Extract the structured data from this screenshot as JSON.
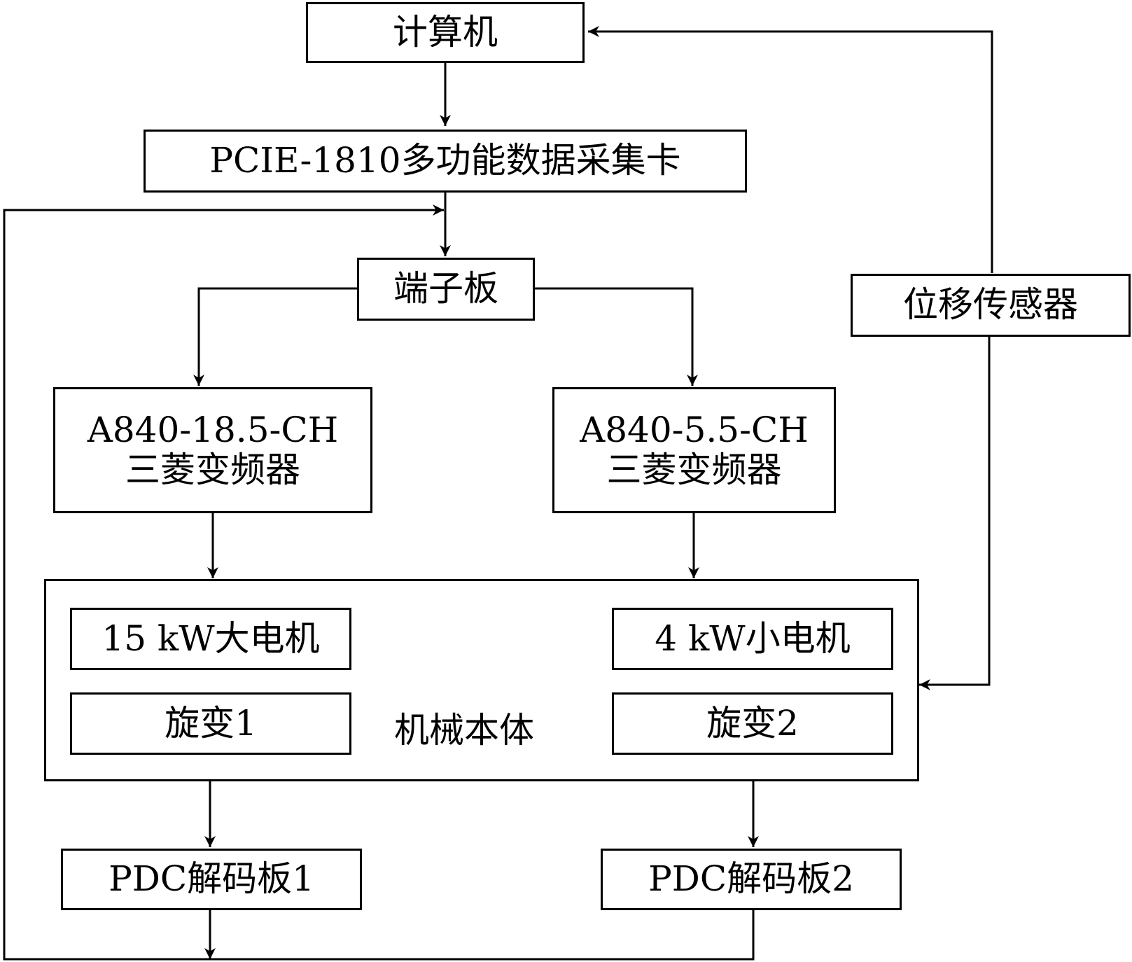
{
  "nodes": {
    "computer": "计算机",
    "daq_card": "PCIE-1810多功能数据采集卡",
    "terminal_board": "端子板",
    "inverter_left": {
      "line1": "A840-18.5-CH",
      "line2": "三菱变频器"
    },
    "inverter_right": {
      "line1": "A840-5.5-CH",
      "line2": "三菱变频器"
    },
    "displacement_sensor": "位移传感器",
    "mechanical_body": "机械本体",
    "motor_big": "15 kW大电机",
    "motor_small": "4 kW小电机",
    "resolver_1": "旋变1",
    "resolver_2": "旋变2",
    "pdc_board_1": "PDC解码板1",
    "pdc_board_2": "PDC解码板2"
  }
}
